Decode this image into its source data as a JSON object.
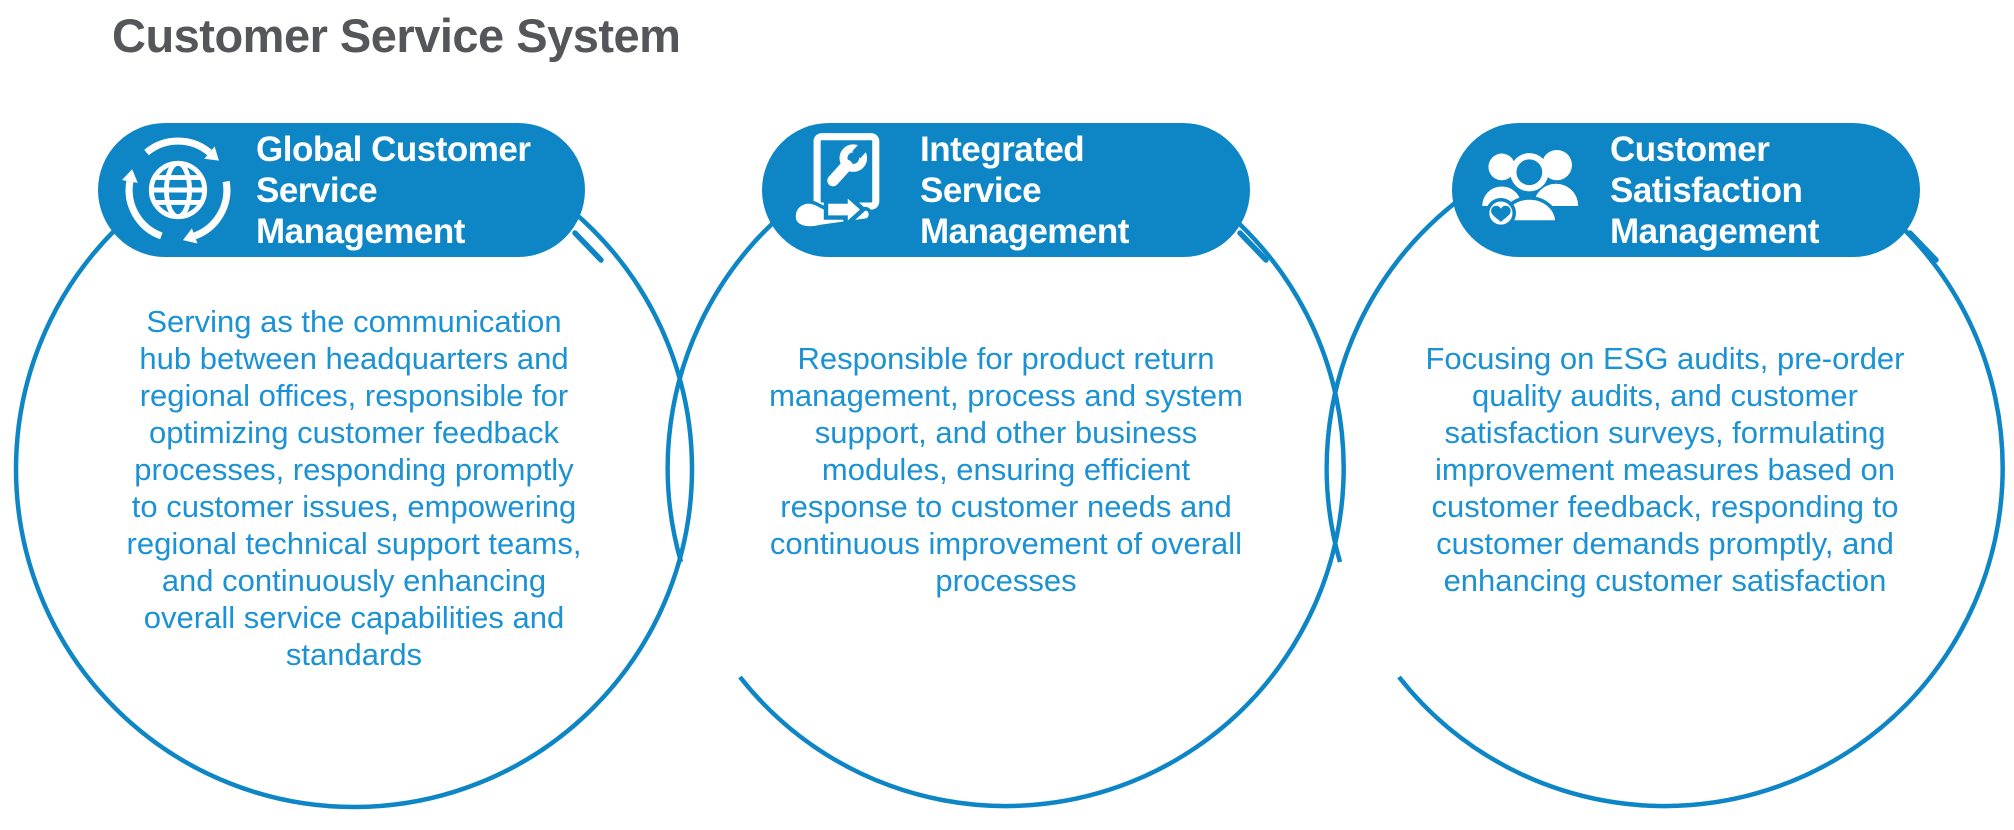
{
  "page_title": "Customer Service System",
  "colors": {
    "pill_blue": "#0e86c6",
    "text_blue": "#1b92d4",
    "title_gray": "#54565a",
    "bg": "#ffffff"
  },
  "modules": [
    {
      "icon": "globe-sync-icon",
      "title_lines": [
        "Global Customer",
        "Service",
        "Management"
      ],
      "body_lines": [
        "Serving as the communication",
        "hub between headquarters and",
        "regional offices, responsible for",
        "optimizing customer feedback",
        "processes, responding promptly",
        "to customer issues, empowering",
        "regional technical support teams,",
        "and continuously enhancing",
        "overall service capabilities and",
        "standards"
      ]
    },
    {
      "icon": "device-wrench-hand-icon",
      "title_lines": [
        "Integrated",
        "Service",
        "Management"
      ],
      "body_lines": [
        "Responsible for product return",
        "management, process and system",
        "support, and other business",
        "modules, ensuring efficient",
        "response to customer needs and",
        "continuous improvement of overall",
        "processes"
      ]
    },
    {
      "icon": "people-heart-icon",
      "title_lines": [
        "Customer",
        "Satisfaction",
        "Management"
      ],
      "body_lines": [
        "Focusing on ESG audits, pre-order",
        "quality audits, and customer",
        "satisfaction surveys, formulating",
        "improvement measures based on",
        "customer feedback, responding to",
        "customer demands promptly, and",
        "enhancing customer satisfaction"
      ]
    }
  ]
}
